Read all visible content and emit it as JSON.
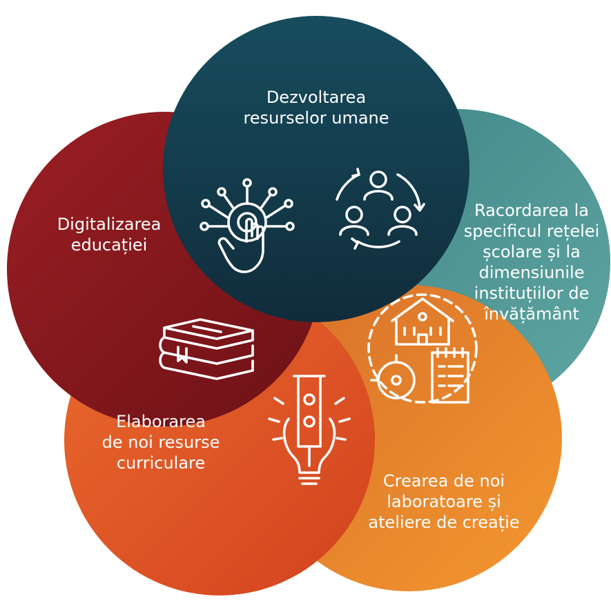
{
  "diagram": {
    "items": [
      {
        "id": "dezvoltarea",
        "lines": [
          "Dezvoltarea",
          "resurselor umane"
        ],
        "icon": "people-cycle-icon"
      },
      {
        "id": "racordarea",
        "lines": [
          "Racordarea la",
          "specificul rețelei",
          "școlare și la",
          "dimensiunile",
          "instituțiilor de",
          "învățământ"
        ],
        "icon": "school-bell-clipboard-icon"
      },
      {
        "id": "crearea",
        "lines": [
          "Crearea de noi",
          "laboratoare și",
          "ateliere de creație"
        ],
        "icon": "lightbulb-lab-icon"
      },
      {
        "id": "elaborarea",
        "lines": [
          "Elaborarea",
          "de noi resurse",
          "curriculare"
        ],
        "icon": "book-stack-icon"
      },
      {
        "id": "digitalizarea",
        "lines": [
          "Digitalizarea",
          "educației"
        ],
        "icon": "digital-touch-icon"
      }
    ],
    "colors": {
      "dark_teal": "#13394a",
      "teal": "#4f9a98",
      "orange": "#e9832a",
      "red_orange": "#dd4f26",
      "crimson": "#8c1a1f",
      "text": "#ffffff"
    }
  }
}
